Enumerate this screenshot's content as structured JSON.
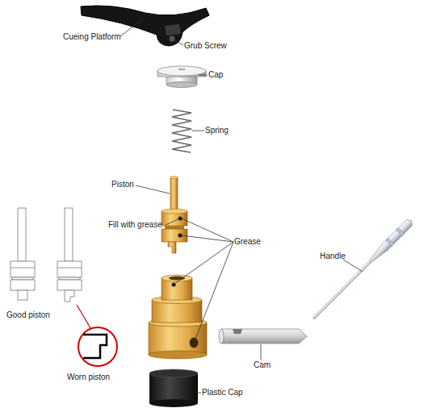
{
  "diagram": {
    "labels": [
      "Cueing Platform",
      "Grub Screw",
      "Cap",
      "Spring",
      "Piston",
      "Fill with grease",
      "Grease",
      "Handle",
      "Good piston",
      "Worn piston",
      "Cam",
      "Plastic Cap"
    ]
  }
}
